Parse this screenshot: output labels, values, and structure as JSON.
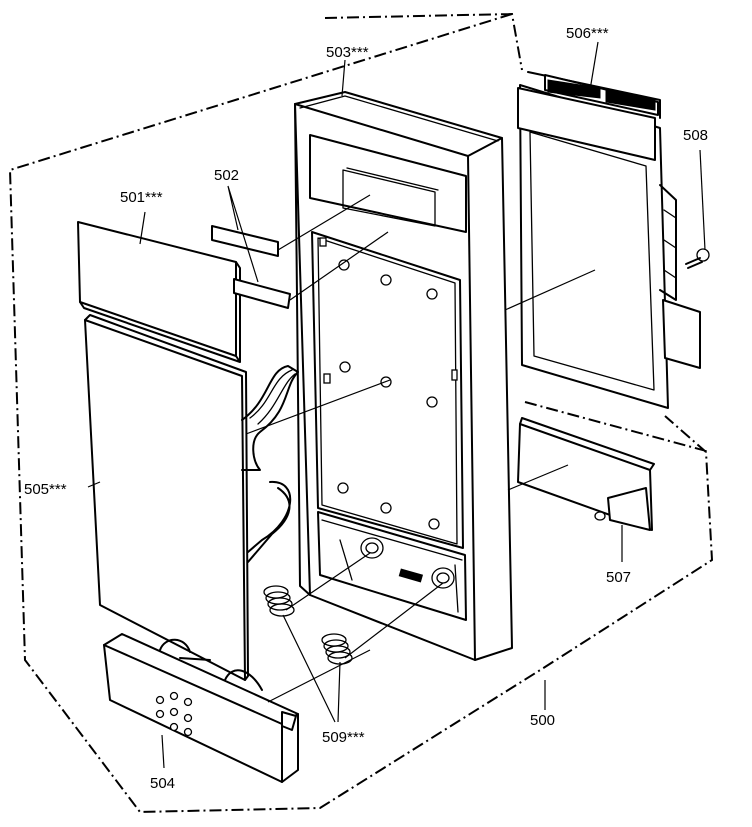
{
  "diagram": {
    "labels": {
      "p500": "500",
      "p501": "501***",
      "p502": "502",
      "p503": "503***",
      "p504": "504",
      "p505": "505***",
      "p506": "506***",
      "p507": "507",
      "p508": "508",
      "p509": "509***"
    }
  }
}
